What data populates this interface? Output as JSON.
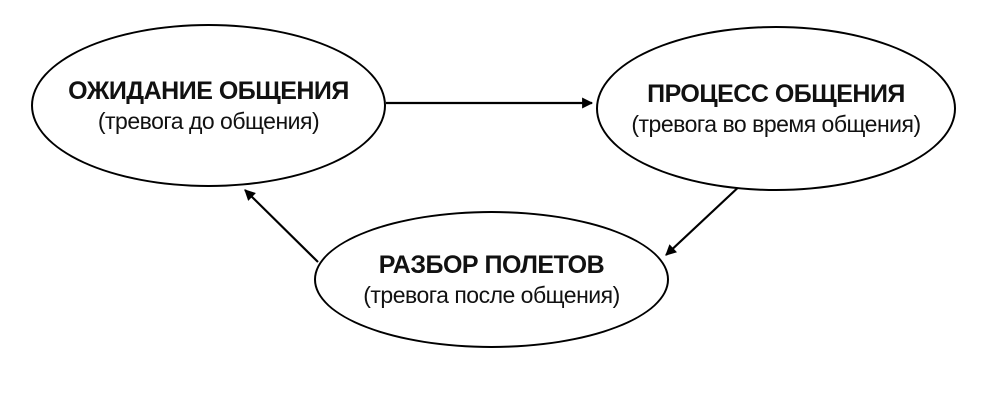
{
  "diagram": {
    "background_color": "#ffffff",
    "stroke_color": "#000000",
    "text_color": "#111111",
    "nodes": [
      {
        "id": "anticipation",
        "title": "ОЖИДАНИЕ ОБЩЕНИЯ",
        "subtitle": "(тревога до общения)"
      },
      {
        "id": "process",
        "title": "ПРОЦЕСС ОБЩЕНИЯ",
        "subtitle": "(тревога во время общения)"
      },
      {
        "id": "debrief",
        "title": "РАЗБОР ПОЛЕТОВ",
        "subtitle": "(тревога после общения)"
      }
    ],
    "edges": [
      {
        "from": "anticipation",
        "to": "process"
      },
      {
        "from": "process",
        "to": "debrief"
      },
      {
        "from": "debrief",
        "to": "anticipation"
      }
    ]
  }
}
